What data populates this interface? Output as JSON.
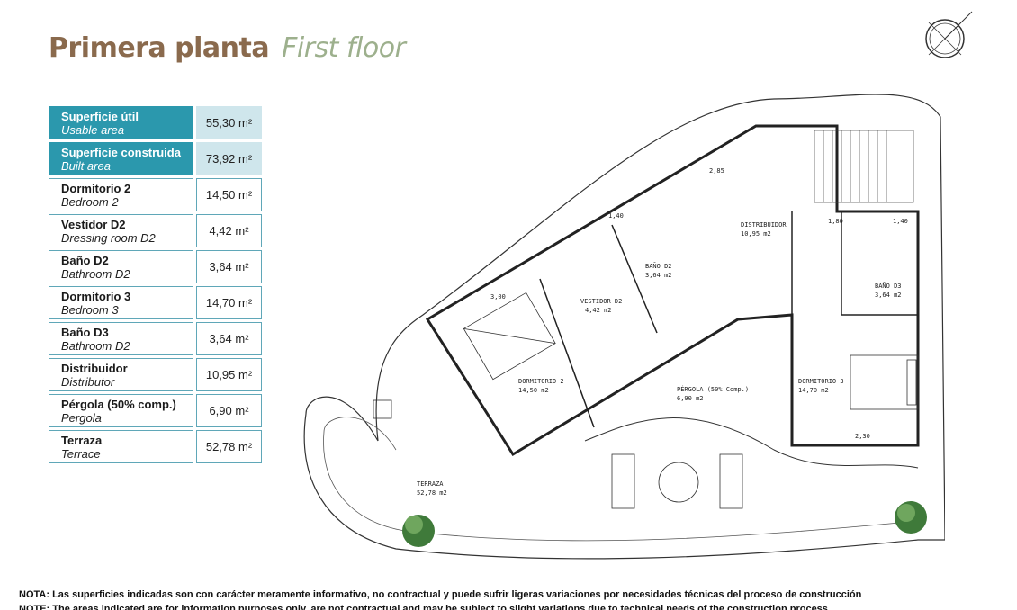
{
  "title": {
    "es": "Primera planta",
    "en": "First floor"
  },
  "areas": [
    {
      "es": "Superficie útil",
      "en": "Usable area",
      "value": "55,30 m²",
      "highlight": true
    },
    {
      "es": "Superficie construida",
      "en": "Built area",
      "value": "73,92 m²",
      "highlight": true
    },
    {
      "es": "Dormitorio 2",
      "en": "Bedroom 2",
      "value": "14,50 m²",
      "highlight": false
    },
    {
      "es": "Vestidor D2",
      "en": "Dressing room D2",
      "value": "4,42 m²",
      "highlight": false
    },
    {
      "es": "Baño D2",
      "en": "Bathroom D2",
      "value": "3,64 m²",
      "highlight": false
    },
    {
      "es": "Dormitorio 3",
      "en": "Bedroom 3",
      "value": "14,70 m²",
      "highlight": false
    },
    {
      "es": "Baño D3",
      "en": "Bathroom D2",
      "value": "3,64 m²",
      "highlight": false
    },
    {
      "es": "Distribuidor",
      "en": "Distributor",
      "value": "10,95 m²",
      "highlight": false
    },
    {
      "es": "Pérgola (50% comp.)",
      "en": "Pergola",
      "value": "6,90 m²",
      "highlight": false
    },
    {
      "es": "Terraza",
      "en": "Terrace",
      "value": "52,78 m²",
      "highlight": false
    }
  ],
  "plan_labels": {
    "distribuidor": "DISTRIBUIDOR",
    "distribuidor_area": "10,95 m2",
    "bano_d2": "BAÑO D2",
    "bano_d2_area": "3,64 m2",
    "bano_d3": "BAÑO D3",
    "bano_d3_area": "3,64 m2",
    "vestidor": "VESTIDOR D2",
    "vestidor_area": "4,42 m2",
    "dormitorio2": "DORMITORIO 2",
    "dormitorio2_area": "14,50 m2",
    "dormitorio3": "DORMITORIO 3",
    "dormitorio3_area": "14,70 m2",
    "pergola": "PÉRGOLA (50% Comp.)",
    "pergola_area": "6,90 m2",
    "terraza": "TERRAZA",
    "terraza_area": "52,78 m2",
    "dims": {
      "d1": "1,40",
      "d2": "1,80",
      "d3": "1,40",
      "d4": "2,30",
      "d5": "3,00",
      "d6": "2,85"
    }
  },
  "note": "NOTA: Las superficies indicadas son con carácter meramente informativo, no contractual y puede sufrir ligeras variaciones por necesidades técnicas del proceso de construcción",
  "note_en": "NOTE: The areas indicated are for information purposes only, are not contractual and may be subject to slight variations due to technical needs of the construction process",
  "colors": {
    "brand_brown": "#8a6a4d",
    "brand_green": "#9db08d",
    "accent_teal": "#2b98ad",
    "light_teal": "#cfe6ec"
  }
}
